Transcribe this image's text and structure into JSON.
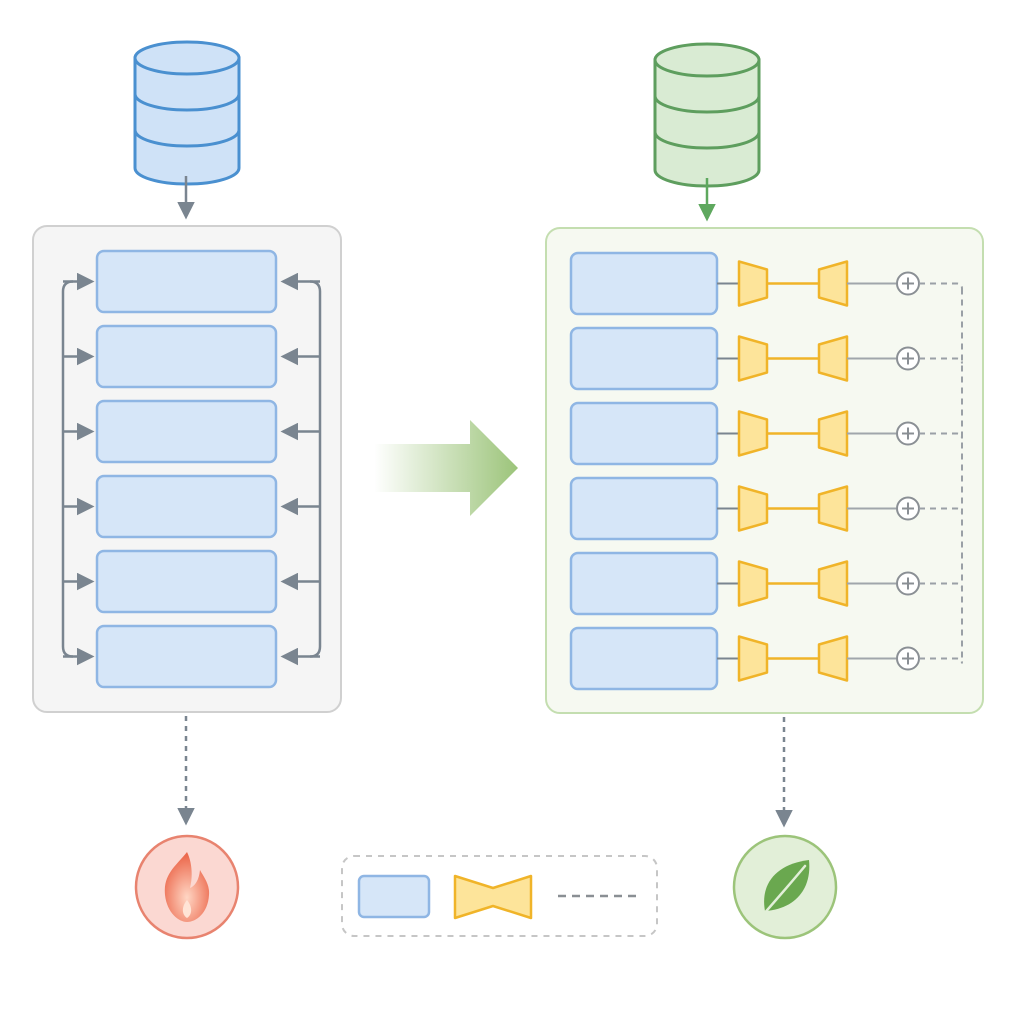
{
  "diagram": {
    "layer_count": 6,
    "colors": {
      "left_database_fill": "#cfe2f7",
      "left_database_stroke": "#4a90d0",
      "right_database_fill": "#d9ebd3",
      "right_database_stroke": "#5e9e5e",
      "layer_fill": "#d6e6f8",
      "layer_stroke": "#8fb6e4",
      "adapter_fill": "#fde49a",
      "adapter_stroke": "#f0b429",
      "left_panel_fill": "#f5f5f5",
      "left_panel_stroke": "#d0d0d0",
      "right_panel_fill": "#f6f9f1",
      "right_panel_stroke": "#c4deb0",
      "arrow_gray": "#7a8590",
      "arrow_green": "#5ea85e",
      "transition_arrow": "#9cc47a",
      "fire_bg": "#fbd8d2",
      "fire_stroke": "#e8836f",
      "fire_color": "#ec6a4e",
      "leaf_bg": "#e2efd8",
      "leaf_stroke": "#9cc47a",
      "leaf_color": "#6aa84f"
    },
    "left": {
      "database_icon": "database-icon",
      "panel": "full-finetune-model",
      "outcome_icon": "fire-icon"
    },
    "right": {
      "database_icon": "database-icon",
      "panel": "adapter-finetune-model",
      "outcome_icon": "leaf-icon"
    },
    "transition_icon": "arrow-right-icon",
    "legend": {
      "items": [
        "layer-swatch",
        "adapter-swatch",
        "dashed-line-swatch"
      ]
    }
  }
}
